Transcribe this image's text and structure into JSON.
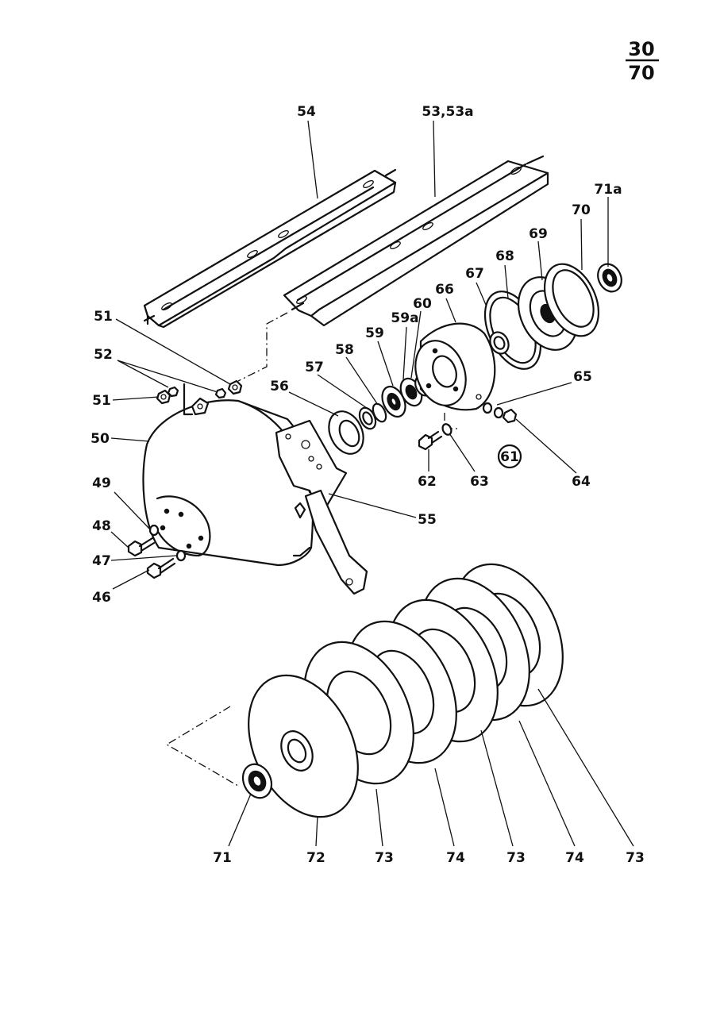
{
  "page": {
    "numerator": "30",
    "denominator": "70"
  },
  "callouts": {
    "c54": "54",
    "c53": "53,53a",
    "c71a": "71a",
    "c70": "70",
    "c69": "69",
    "c68": "68",
    "c67": "67",
    "c66": "66",
    "c60": "60",
    "c59a": "59a",
    "c59": "59",
    "c58": "58",
    "c57": "57",
    "c56": "56",
    "c51a": "51",
    "c52": "52",
    "c51b": "51",
    "c50": "50",
    "c65": "65",
    "c61": "61",
    "c62": "62",
    "c63": "63",
    "c64": "64",
    "c55": "55",
    "c49": "49",
    "c48": "48",
    "c47": "47",
    "c46": "46",
    "c71": "71",
    "c72": "72",
    "c73a": "73",
    "c74a": "74",
    "c73b": "73",
    "c74b": "74",
    "c73c": "73"
  }
}
